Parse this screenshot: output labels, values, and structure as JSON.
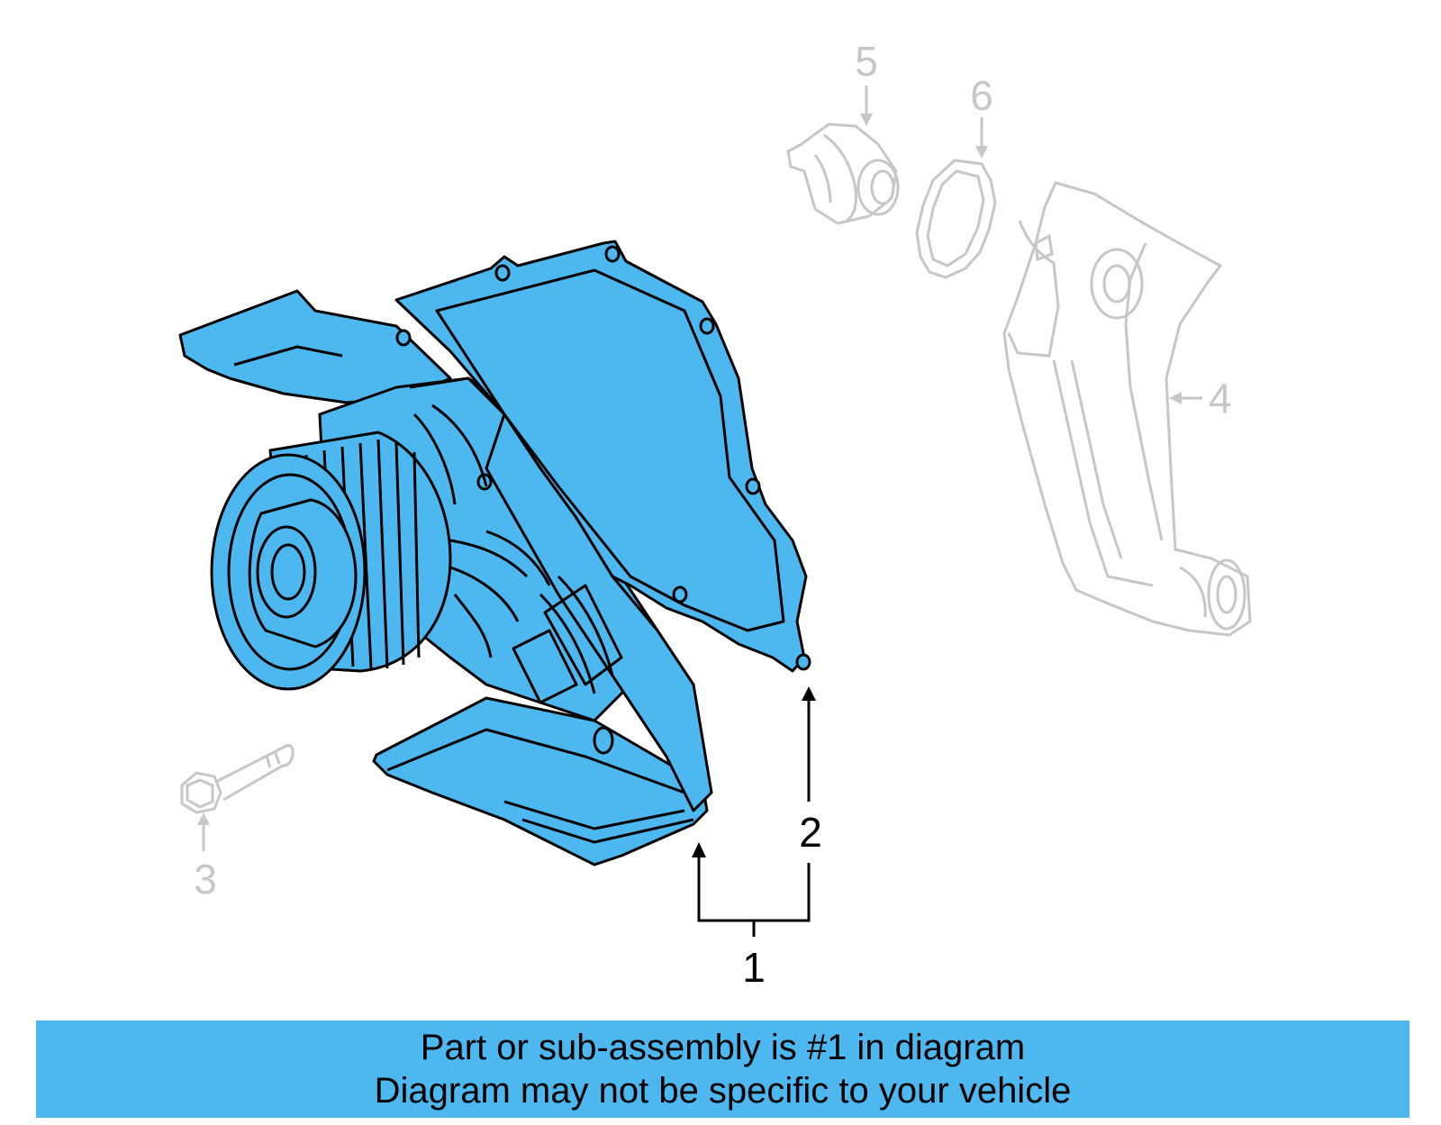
{
  "diagram": {
    "callouts": [
      {
        "id": "1",
        "label": "1",
        "highlighted": true
      },
      {
        "id": "2",
        "label": "2",
        "highlighted": true
      },
      {
        "id": "3",
        "label": "3",
        "highlighted": false
      },
      {
        "id": "4",
        "label": "4",
        "highlighted": false
      },
      {
        "id": "5",
        "label": "5",
        "highlighted": false
      },
      {
        "id": "6",
        "label": "6",
        "highlighted": false
      }
    ],
    "colors": {
      "highlight_fill": "#4db8f0",
      "active_stroke": "#000000",
      "muted_stroke": "#c7c7c7"
    }
  },
  "caption": {
    "line1": "Part or sub-assembly is #1 in diagram",
    "line2": "Diagram may not be specific to your vehicle"
  }
}
